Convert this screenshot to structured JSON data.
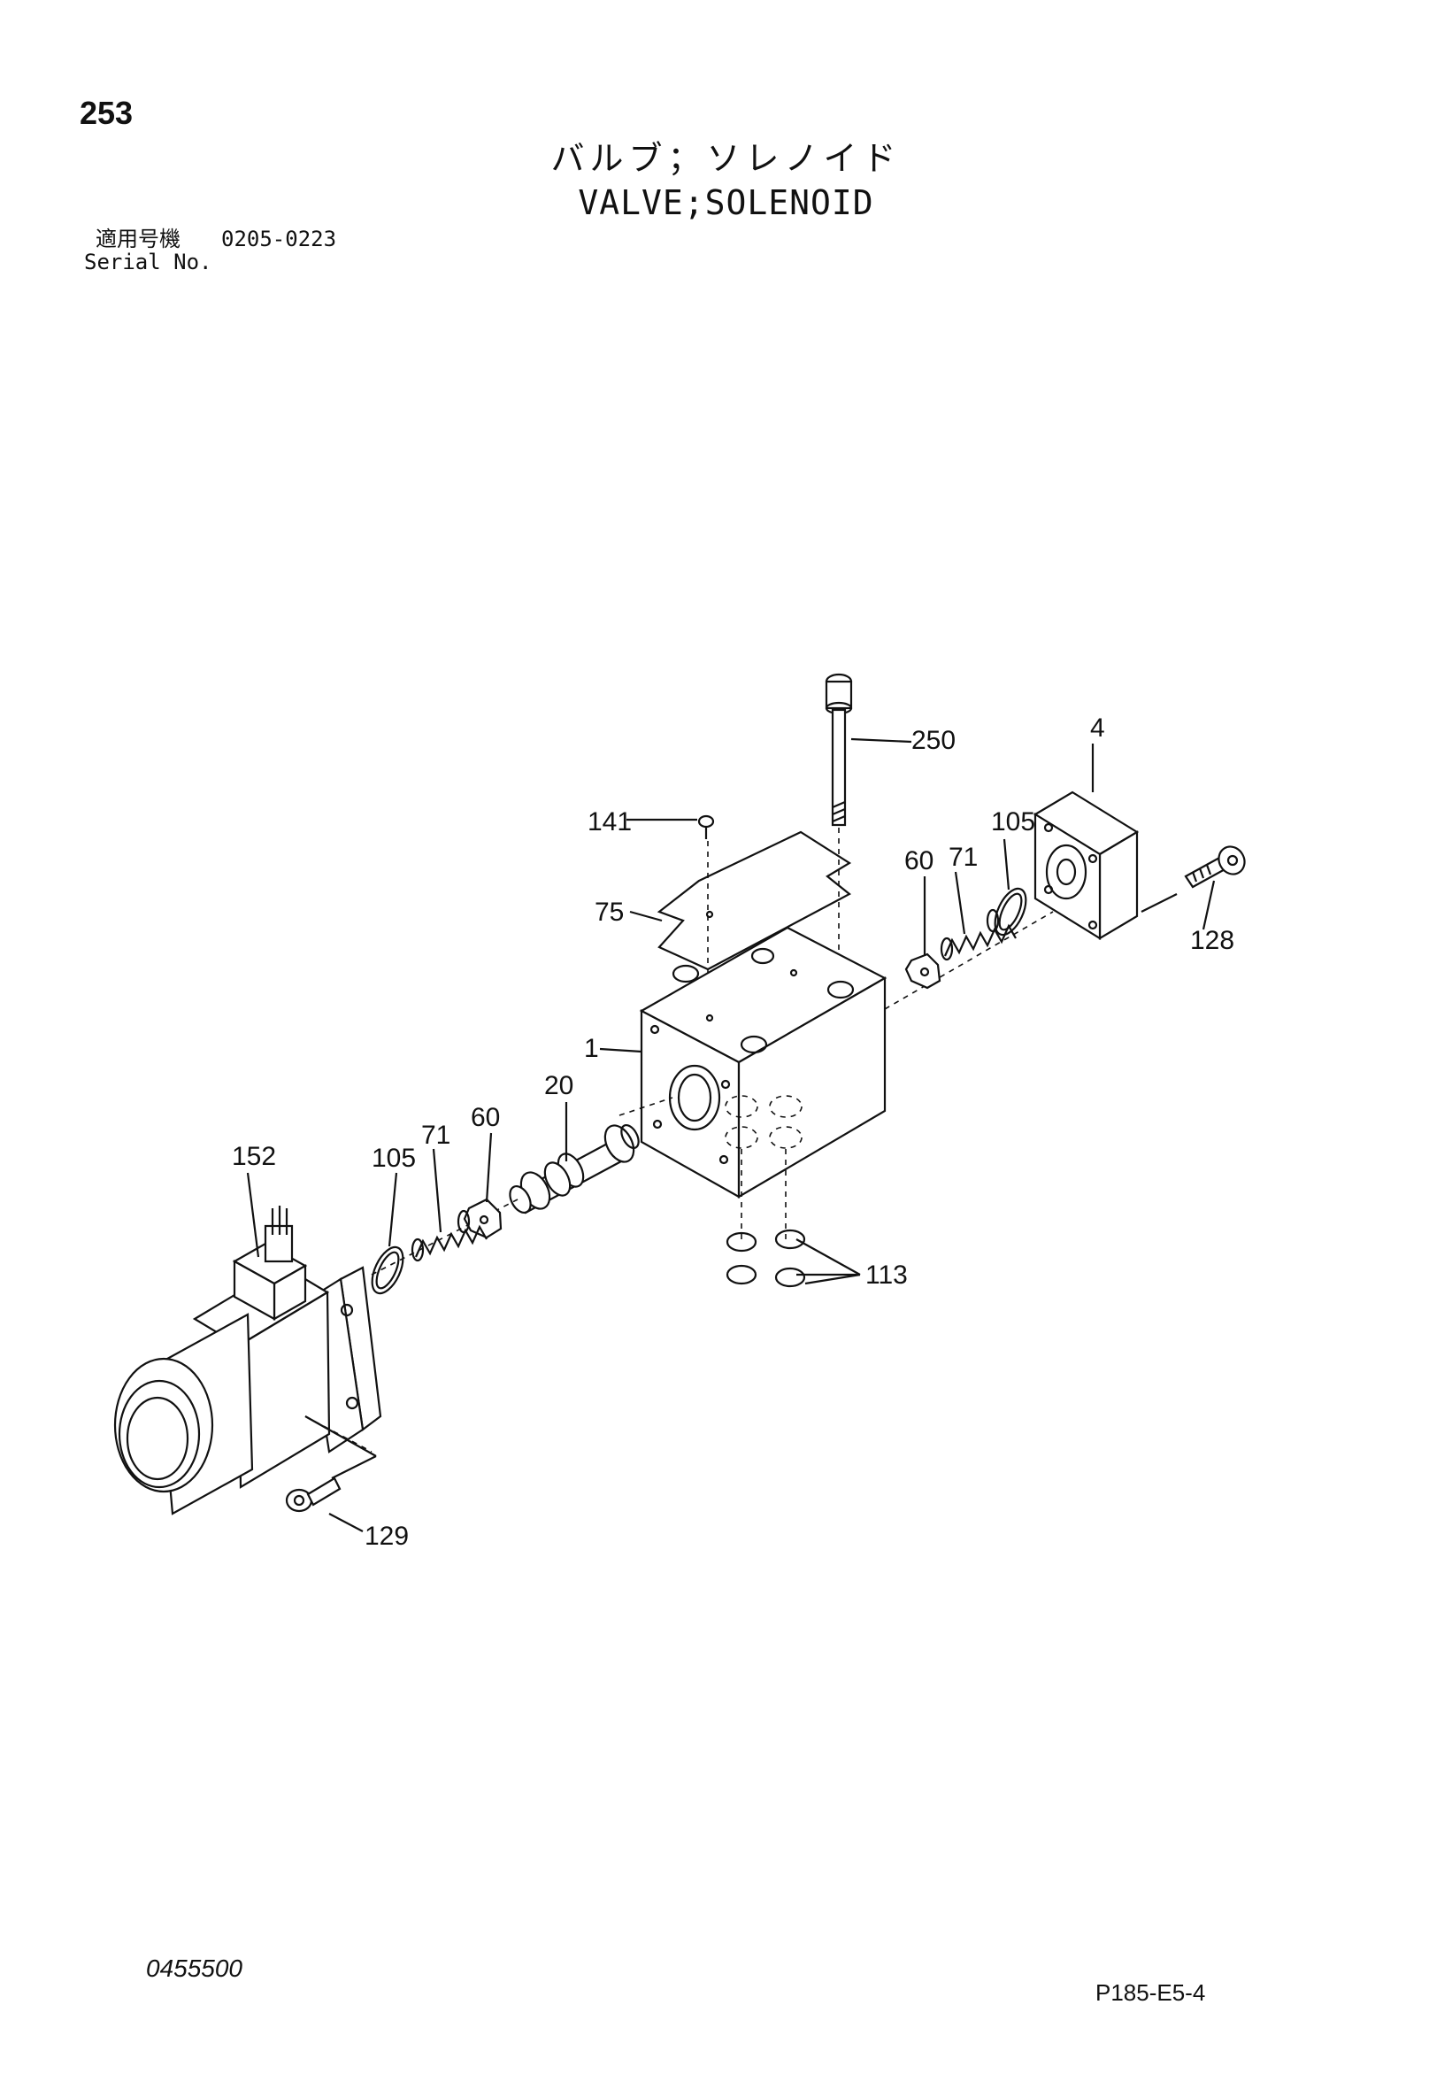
{
  "header": {
    "page_number": "253",
    "title_jp": "バルブ；ソレノイド",
    "title_en": "VALVE;SOLENOID",
    "serial_label_jp": "適用号機",
    "serial_value": "0205-0223",
    "serial_label_en": "Serial No."
  },
  "callouts": {
    "p1": "1",
    "p4": "4",
    "p20": "20",
    "p60a": "60",
    "p60b": "60",
    "p71a": "71",
    "p71b": "71",
    "p75": "75",
    "p105a": "105",
    "p105b": "105",
    "p113": "113",
    "p128": "128",
    "p129": "129",
    "p141": "141",
    "p152": "152",
    "p250": "250"
  },
  "footer": {
    "drawing_number": "0455500",
    "page_ref": "P185-E5-4"
  }
}
